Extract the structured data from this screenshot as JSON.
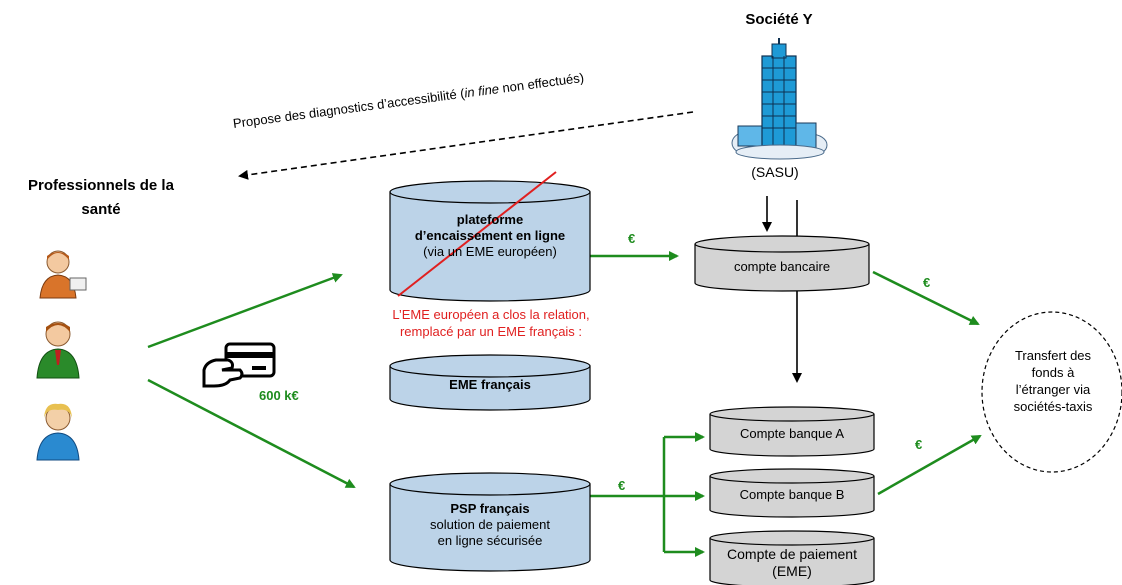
{
  "company": {
    "name": "Société Y",
    "type": "(SASU)"
  },
  "diagnostics_label": {
    "before": "Propose des diagnostics d’accessibilité (",
    "italic": "in fine",
    "after": " non effectués)"
  },
  "professionals": {
    "title": "Professionnels de la santé",
    "line1": "Professionnels de la",
    "line2": "santé"
  },
  "payment_amount": "600 k€",
  "currency_symbol": "€",
  "platform": {
    "line1": "plateforme",
    "line2": "d’encaissement en ligne",
    "line3": "(via un EME européen)"
  },
  "eme_note": {
    "line1": "L’EME européen a clos la relation,",
    "line2": "remplacé par un EME français :"
  },
  "eme_francais": "EME français",
  "psp": {
    "line1": "PSP français",
    "line2": "solution de paiement",
    "line3": "en ligne sécurisée"
  },
  "compte_bancaire": "compte bancaire",
  "compte_a": "Compte banque A",
  "compte_b": "Compte banque B",
  "compte_paiement": {
    "line1": "Compte de paiement",
    "line2": "(EME)"
  },
  "transfer": {
    "line1": "Transfert des",
    "line2": "fonds à",
    "line3": "l’étranger via",
    "line4": "sociétés-taxis"
  },
  "colors": {
    "cylinder_blue": "#bcd3e8",
    "cylinder_grey": "#d4d4d4",
    "flow_green": "#1e8c1e",
    "strike_red": "#e02020"
  }
}
